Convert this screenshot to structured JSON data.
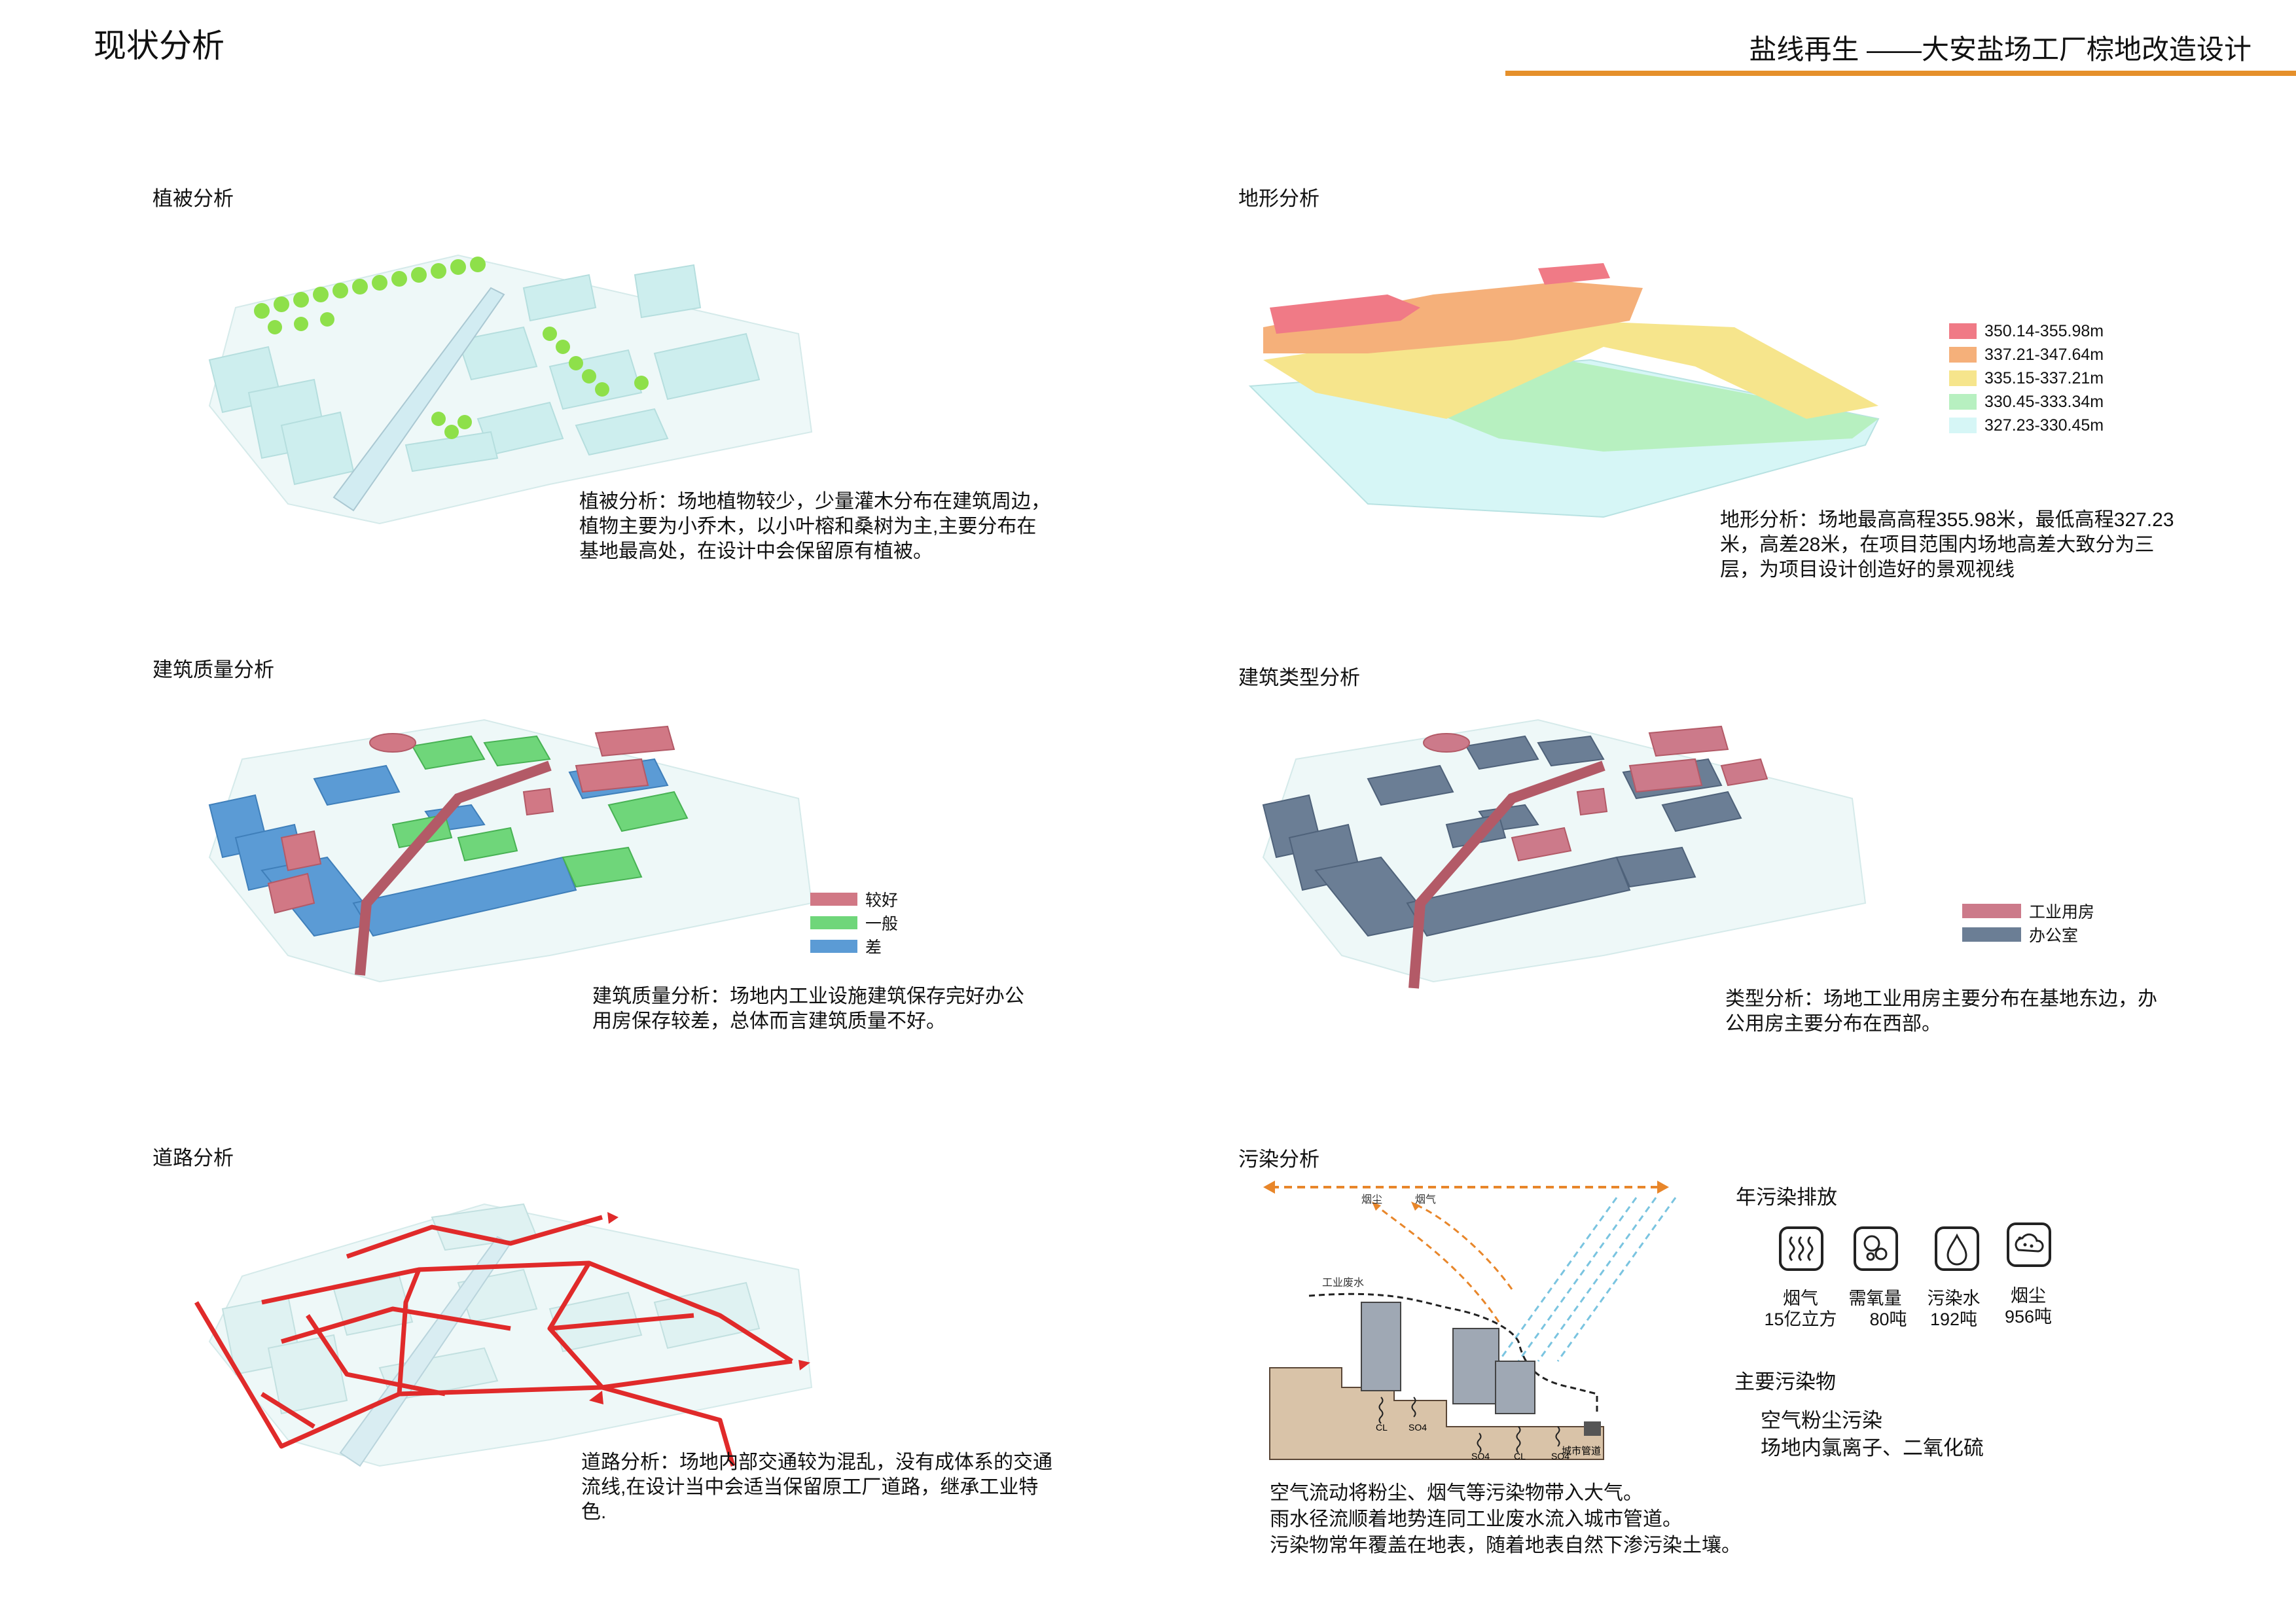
{
  "header": {
    "page_title": "现状分析",
    "project_title": "盐线再生 ——大安盐场工厂棕地改造设计",
    "accent_color": "#e5902b"
  },
  "vegetation": {
    "title": "植被分析",
    "desc": "植被分析：场地植物较少，少量灌木分布在建筑周边，植物主要为小乔木，以小叶榕和桑树为主,主要分布在基地最高处，在设计中会保留原有植被。"
  },
  "terrain": {
    "title": "地形分析",
    "legend": [
      {
        "label": "350.14-355.98m",
        "color": "#f07a86"
      },
      {
        "label": "337.21-347.64m",
        "color": "#f5b07a"
      },
      {
        "label": "335.15-337.21m",
        "color": "#f6e58c"
      },
      {
        "label": "330.45-333.34m",
        "color": "#b7f0c0"
      },
      {
        "label": "327.23-330.45m",
        "color": "#d6f6f6"
      }
    ],
    "desc": "地形分析：场地最高高程355.98米，最低高程327.23米，高差28米，在项目范围内场地高差大致分为三层，为项目设计创造好的景观视线"
  },
  "quality": {
    "title": "建筑质量分析",
    "legend": [
      {
        "label": "较好",
        "color": "#d17885"
      },
      {
        "label": "一般",
        "color": "#6fd67a"
      },
      {
        "label": "差",
        "color": "#5b9bd5"
      }
    ],
    "desc": "建筑质量分析：场地内工业设施建筑保存完好办公用房保存较差，总体而言建筑质量不好。"
  },
  "type": {
    "title": "建筑类型分析",
    "legend": [
      {
        "label": "工业用房",
        "color": "#cc7a8a"
      },
      {
        "label": "办公室",
        "color": "#6b7e95"
      }
    ],
    "desc": "类型分析：场地工业用房主要分布在基地东边，办公用房主要分布在西部。"
  },
  "road": {
    "title": "道路分析",
    "desc": "道路分析：场地内部交通较为混乱，没有成体系的交通流线,在设计当中会适当保留原工厂道路，继承工业特色."
  },
  "pollution": {
    "title": "污染分析",
    "annual_title": "年污染排放",
    "diagram": {
      "dust": "烟尘",
      "smoke": "烟气",
      "wastewater": "工业废水",
      "cl": "CL",
      "so4": "SO4",
      "pipe": "城市管道"
    },
    "items": [
      {
        "icon": "smoke-waves-icon",
        "name": "烟气",
        "value": "15亿立方"
      },
      {
        "icon": "oxygen-bubbles-icon",
        "name": "需氧量",
        "value": "80吨"
      },
      {
        "icon": "water-drop-icon",
        "name": "污染水",
        "value": "192吨"
      },
      {
        "icon": "dust-cloud-icon",
        "name": "烟尘",
        "value": "956吨"
      }
    ],
    "main_title": "主要污染物",
    "main_text": "空气粉尘污染\n场地内氯离子、二氧化硫",
    "desc": "空气流动将粉尘、烟气等污染物带入大气。\n雨水径流顺着地势连同工业废水流入城市管道。\n污染物常年覆盖在地表，随着地表自然下渗污染土壤。"
  }
}
